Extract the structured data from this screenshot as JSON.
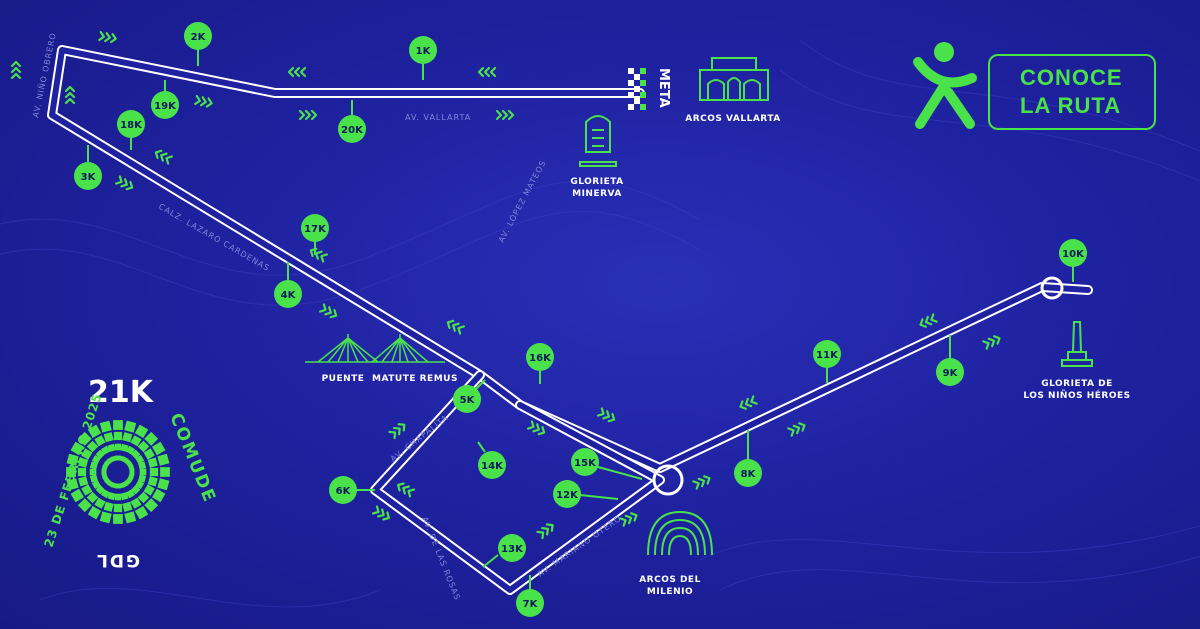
{
  "colors": {
    "accent": "#49e24a",
    "route": "#ffffff",
    "background": "#1f22a0"
  },
  "header": {
    "title_line1": "CONOCE",
    "title_line2": "LA RUTA",
    "brand_icon": "runner-x-icon"
  },
  "event": {
    "logo_text": "21K",
    "organizer": "COMUDE",
    "city": "GDL",
    "date": "23 DE FEBRERO 2025"
  },
  "finish": {
    "label": "META",
    "icon": "checkered-flag-icon"
  },
  "streets": [
    "AV. VALLARTA",
    "AV. NIÑO OBRERO",
    "CALZ. LAZARO CARDENAS",
    "AV. LÓPEZ MATEOS",
    "AV. CHAPALITA",
    "AV. DE LAS ROSAS",
    "AV. MARIANO OTERO"
  ],
  "landmarks": [
    {
      "name": "ARCOS   VALLARTA",
      "icon": "arches-icon"
    },
    {
      "name_line1": "GLORIETA",
      "name_line2": "MINERVA",
      "icon": "minerva-statue-icon"
    },
    {
      "name_a": "PUENTE",
      "name_b": "MATUTE REMUS",
      "icon": "bridge-icon"
    },
    {
      "name_line1": "GLORIETA DE",
      "name_line2": "LOS NIÑOS HÉROES",
      "icon": "monument-icon"
    },
    {
      "name_line1": "ARCOS DEL",
      "name_line2": "MILENIO",
      "icon": "arch-icon"
    }
  ],
  "km_markers": [
    "1K",
    "2K",
    "3K",
    "4K",
    "5K",
    "6K",
    "7K",
    "8K",
    "9K",
    "10K",
    "11K",
    "12K",
    "13K",
    "14K",
    "15K",
    "16K",
    "17K",
    "18K",
    "19K",
    "20K"
  ]
}
